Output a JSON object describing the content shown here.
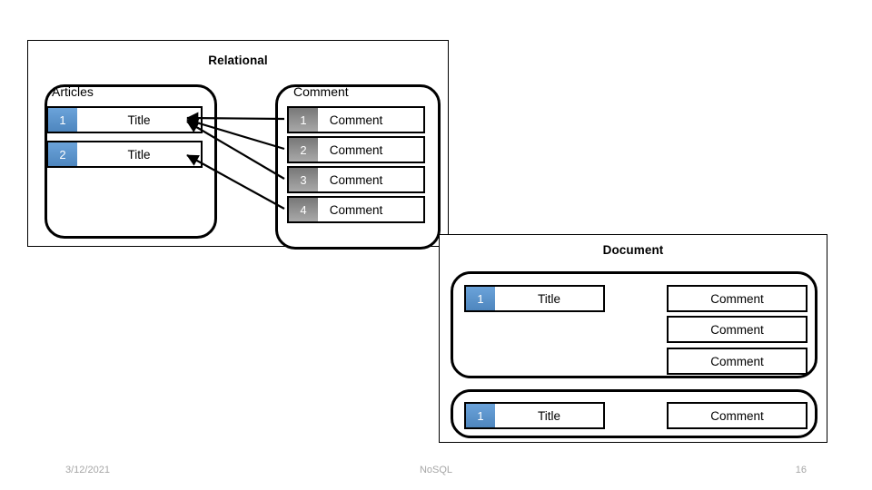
{
  "slide": {
    "footer": {
      "date": "3/12/2021",
      "title": "NoSQL",
      "page_number": "16"
    }
  },
  "relational": {
    "title": "Relational",
    "articles": {
      "label": "Articles",
      "rows": [
        {
          "id": "1",
          "title": "Title"
        },
        {
          "id": "2",
          "title": "Title"
        }
      ]
    },
    "comment": {
      "label": "Comment",
      "rows": [
        {
          "id": "1",
          "text": "Comment",
          "fk": "1"
        },
        {
          "id": "2",
          "text": "Comment",
          "fk": "1"
        },
        {
          "id": "3",
          "text": "Comment",
          "fk": "1"
        },
        {
          "id": "4",
          "text": "Comment",
          "fk": "2"
        }
      ]
    },
    "relations": [
      {
        "from_comment": "1",
        "to_article": "1"
      },
      {
        "from_comment": "2",
        "to_article": "1"
      },
      {
        "from_comment": "3",
        "to_article": "1"
      },
      {
        "from_comment": "4",
        "to_article": "2"
      }
    ]
  },
  "document": {
    "title": "Document",
    "cards": [
      {
        "id": "1",
        "title": "Title",
        "comments": [
          "Comment",
          "Comment",
          "Comment"
        ]
      },
      {
        "id": "1",
        "title": "Title",
        "comments": [
          "Comment"
        ]
      }
    ]
  },
  "colors": {
    "id_blue": "#5b8fc9",
    "fk_blue": "#2e84c4",
    "id_gray": "#909090",
    "stroke": "#000000",
    "footer_text": "#a6a6a6"
  }
}
